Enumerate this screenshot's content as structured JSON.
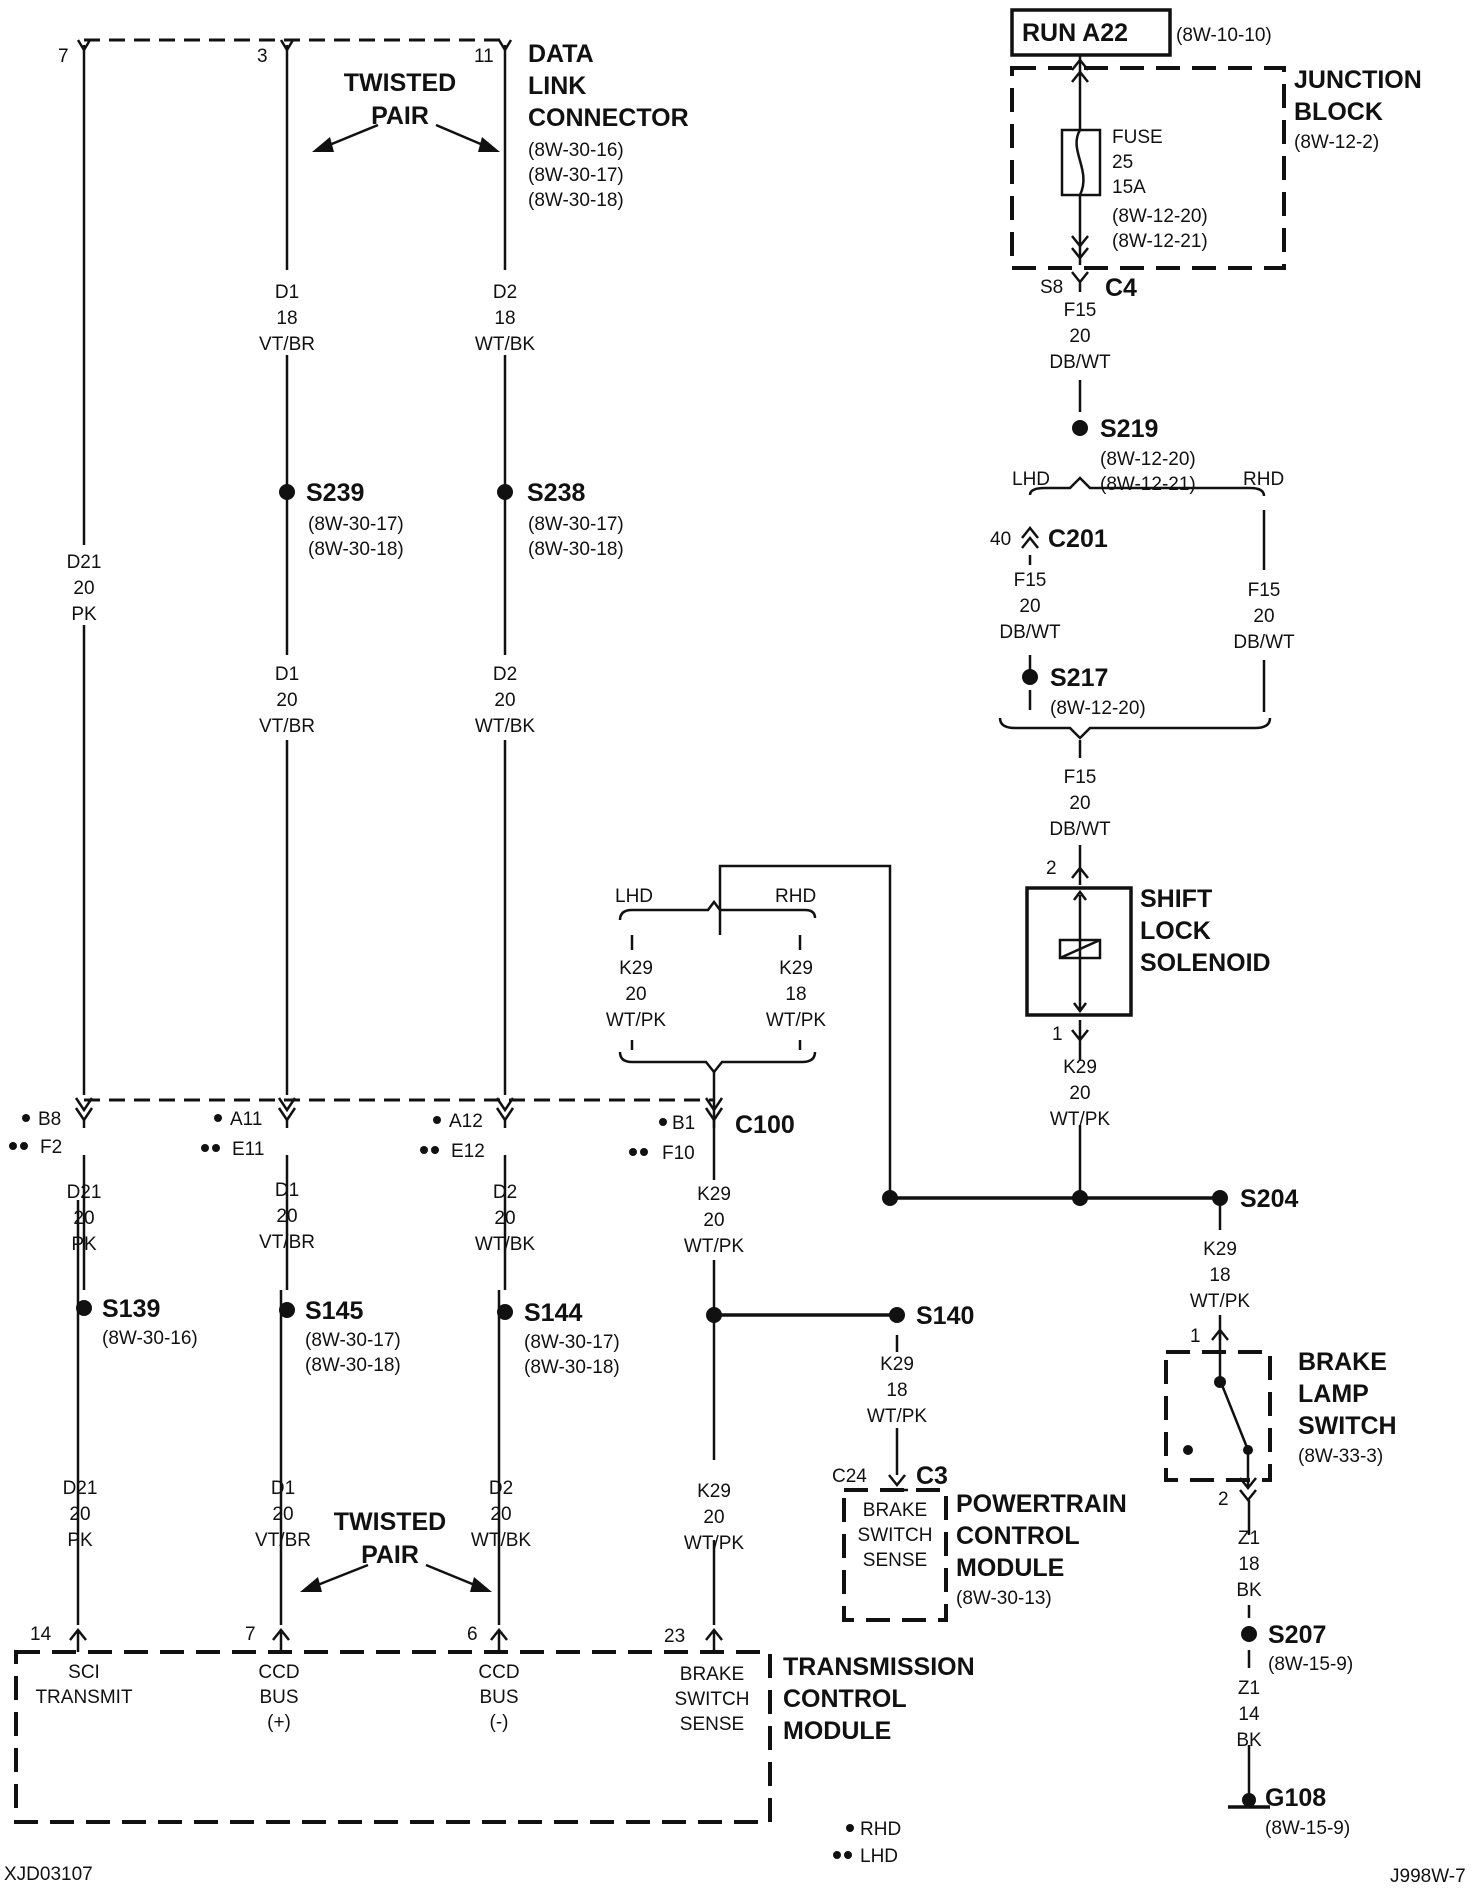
{
  "dlc": {
    "title": [
      "DATA",
      "LINK",
      "CONNECTOR"
    ],
    "refs": [
      "(8W-30-16)",
      "(8W-30-17)",
      "(8W-30-18)"
    ],
    "pins": [
      "7",
      "3",
      "11"
    ]
  },
  "twisted_pair": [
    "TWISTED",
    "PAIR"
  ],
  "run": {
    "label": "RUN A22",
    "ref": "(8W-10-10)"
  },
  "junction_block": {
    "title": [
      "JUNCTION",
      "BLOCK"
    ],
    "ref": "(8W-12-2)",
    "fuse": [
      "FUSE",
      "25",
      "15A",
      "(8W-12-20)",
      "(8W-12-21)"
    ]
  },
  "c4": {
    "name": "C4",
    "pin": "S8"
  },
  "wires": {
    "f15_top": [
      "F15",
      "20",
      "DB/WT"
    ],
    "d1_top": [
      "D1",
      "18",
      "VT/BR"
    ],
    "d2_top": [
      "D2",
      "18",
      "WT/BK"
    ],
    "d21_top": [
      "D21",
      "20",
      "PK"
    ],
    "d1_mid": [
      "D1",
      "20",
      "VT/BR"
    ],
    "d2_mid": [
      "D2",
      "20",
      "WT/BK"
    ],
    "f15_lhd": [
      "F15",
      "20",
      "DB/WT"
    ],
    "f15_rhd": [
      "F15",
      "20",
      "DB/WT"
    ],
    "f15_bottom": [
      "F15",
      "20",
      "DB/WT"
    ],
    "k29_lhd": [
      "K29",
      "20",
      "WT/PK"
    ],
    "k29_rhd": [
      "K29",
      "18",
      "WT/PK"
    ],
    "k29_solenoid": [
      "K29",
      "20",
      "WT/PK"
    ],
    "d21_low": [
      "D21",
      "20",
      "PK"
    ],
    "d1_low": [
      "D1",
      "20",
      "VT/BR"
    ],
    "d2_low": [
      "D2",
      "20",
      "WT/BK"
    ],
    "k29_low": [
      "K29",
      "20",
      "WT/PK"
    ],
    "k29_s204": [
      "K29",
      "18",
      "WT/PK"
    ],
    "k29_s140": [
      "K29",
      "18",
      "WT/PK"
    ],
    "d21_bottom": [
      "D21",
      "20",
      "PK"
    ],
    "d1_bottom": [
      "D1",
      "20",
      "VT/BR"
    ],
    "d2_bottom": [
      "D2",
      "20",
      "WT/BK"
    ],
    "k29_bottom": [
      "K29",
      "20",
      "WT/PK"
    ],
    "z1_upper": [
      "Z1",
      "18",
      "BK"
    ],
    "z1_lower": [
      "Z1",
      "14",
      "BK"
    ]
  },
  "splices": {
    "s219": {
      "name": "S219",
      "refs": [
        "(8W-12-20)",
        "(8W-12-21)"
      ]
    },
    "s239": {
      "name": "S239",
      "refs": [
        "(8W-30-17)",
        "(8W-30-18)"
      ]
    },
    "s238": {
      "name": "S238",
      "refs": [
        "(8W-30-17)",
        "(8W-30-18)"
      ]
    },
    "s217": {
      "name": "S217",
      "refs": [
        "(8W-12-20)"
      ]
    },
    "s204": {
      "name": "S204"
    },
    "s139": {
      "name": "S139",
      "refs": [
        "(8W-30-16)"
      ]
    },
    "s145": {
      "name": "S145",
      "refs": [
        "(8W-30-17)",
        "(8W-30-18)"
      ]
    },
    "s144": {
      "name": "S144",
      "refs": [
        "(8W-30-17)",
        "(8W-30-18)"
      ]
    },
    "s140": {
      "name": "S140"
    },
    "s207": {
      "name": "S207",
      "refs": [
        "(8W-15-9)"
      ]
    }
  },
  "lhd": "LHD",
  "rhd": "RHD",
  "c201": {
    "name": "C201",
    "pin": "40"
  },
  "shift_lock": {
    "title": [
      "SHIFT",
      "LOCK",
      "SOLENOID"
    ],
    "pin_top": "2",
    "pin_bottom": "1"
  },
  "c100": {
    "name": "C100",
    "pins_rhd": [
      "B8",
      "A11",
      "A12",
      "B1"
    ],
    "pins_lhd": [
      "F2",
      "E11",
      "E12",
      "F10"
    ]
  },
  "pcm": {
    "title": [
      "POWERTRAIN",
      "CONTROL",
      "MODULE"
    ],
    "ref": "(8W-30-13)",
    "connector": "C3",
    "pin": "C24",
    "inner": [
      "BRAKE",
      "SWITCH",
      "SENSE"
    ]
  },
  "brake_switch": {
    "title": [
      "BRAKE",
      "LAMP",
      "SWITCH"
    ],
    "ref": "(8W-33-3)",
    "pin_top": "1",
    "pin_bottom": "2"
  },
  "ground": {
    "name": "G108",
    "ref": "(8W-15-9)"
  },
  "tcm": {
    "title": [
      "TRANSMISSION",
      "CONTROL",
      "MODULE"
    ],
    "pins": [
      "14",
      "7",
      "6",
      "23"
    ],
    "terminals": [
      [
        "SCI",
        "TRANSMIT"
      ],
      [
        "CCD",
        "BUS",
        "(+)"
      ],
      [
        "CCD",
        "BUS",
        "(-)"
      ],
      [
        "BRAKE",
        "SWITCH",
        "SENSE"
      ]
    ]
  },
  "legend": {
    "rhd": "RHD",
    "lhd": "LHD"
  },
  "footer": {
    "left": "XJD03107",
    "right": "J998W-7"
  }
}
